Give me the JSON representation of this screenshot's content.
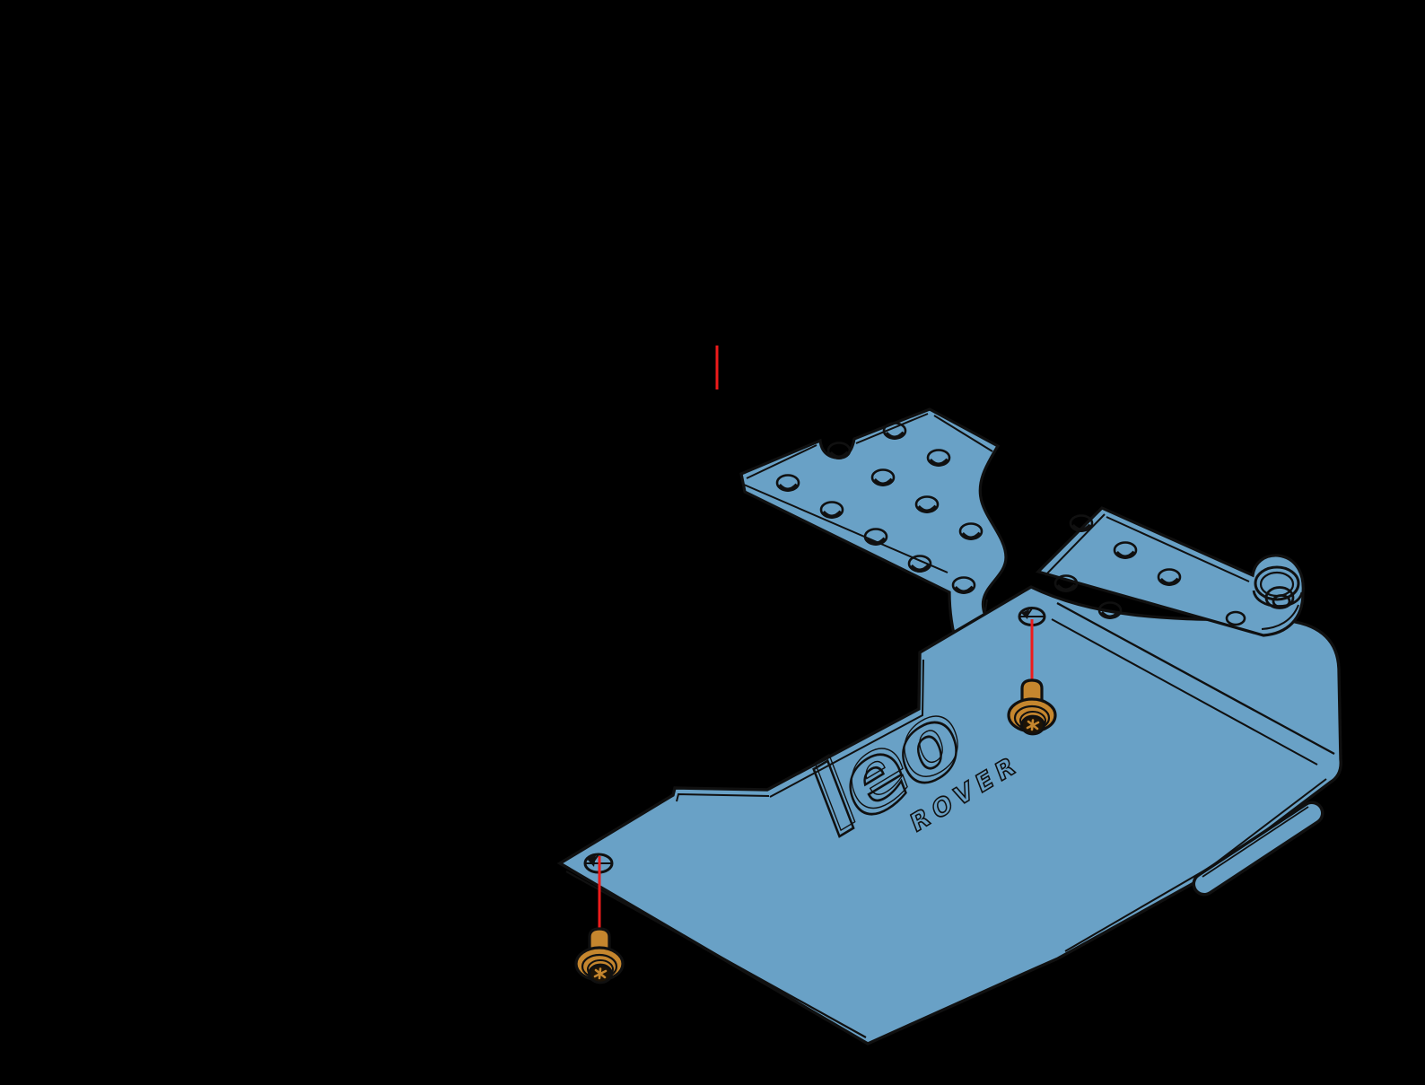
{
  "illustration": {
    "type": "isometric-assembly-diagram",
    "subject": "cover plate assembly with mounting screws",
    "logo": {
      "primary": "leo",
      "secondary": "ROVER"
    },
    "colors": {
      "background": "#000000",
      "part_fill": "#69a1c6",
      "outline": "#101010",
      "screw_fill": "#c5862e",
      "screw_dark": "#1d1306",
      "guide_line": "#ee1b1b"
    },
    "fasteners": {
      "kind": "torx-button-screw",
      "count": 2
    },
    "guide_lines": {
      "count": 3
    }
  }
}
